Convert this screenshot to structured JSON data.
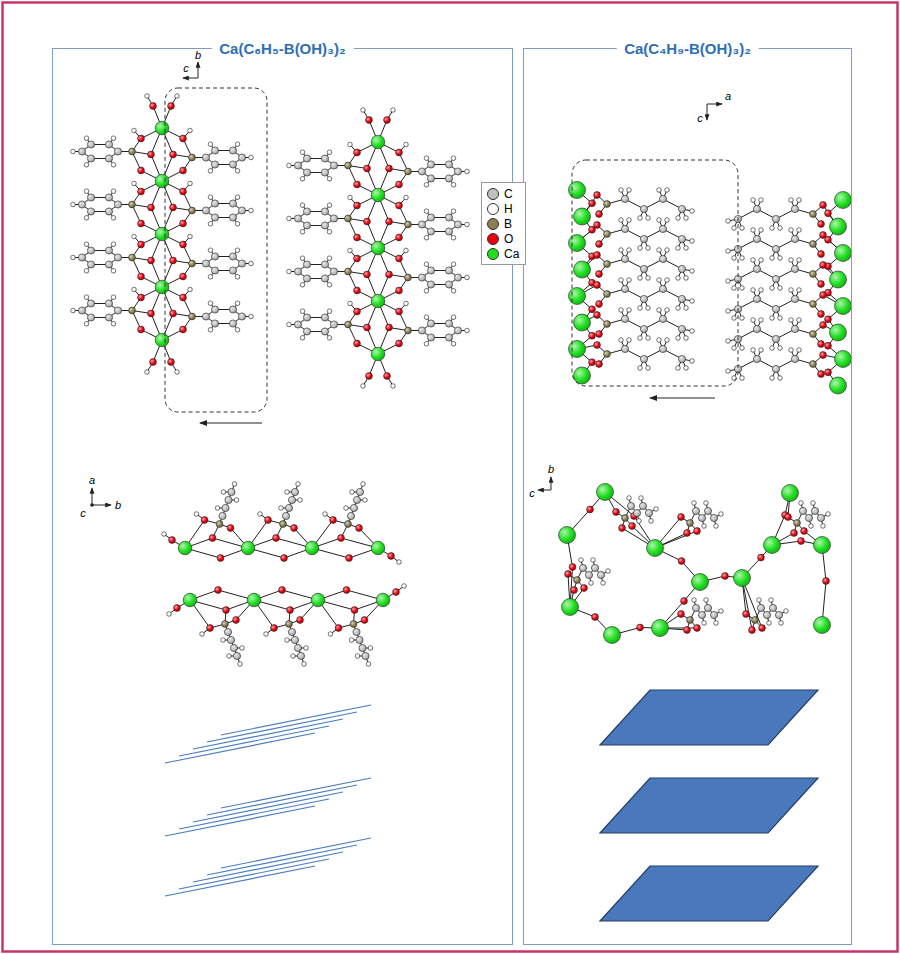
{
  "diagram": {
    "nodes": [
      {
        "text": [
          "Ca(C₆H₅-B(OH)₃)₂"
        ]
      },
      {
        "text": [
          "Ca(C₄H₉-B(OH)₃)₂"
        ]
      }
    ],
    "labels": [
      "b",
      "c",
      "a",
      "c",
      "a",
      "c",
      "b",
      "b",
      "c"
    ],
    "legend": [
      {
        "text": "C",
        "color": "#c0c0c0"
      },
      {
        "text": "H",
        "color": "#ffffff"
      },
      {
        "text": "B",
        "color": "#8a7f4f"
      },
      {
        "text": "O",
        "color": "#e8000e"
      },
      {
        "text": "Ca",
        "color": "#1ee01e"
      }
    ]
  }
}
